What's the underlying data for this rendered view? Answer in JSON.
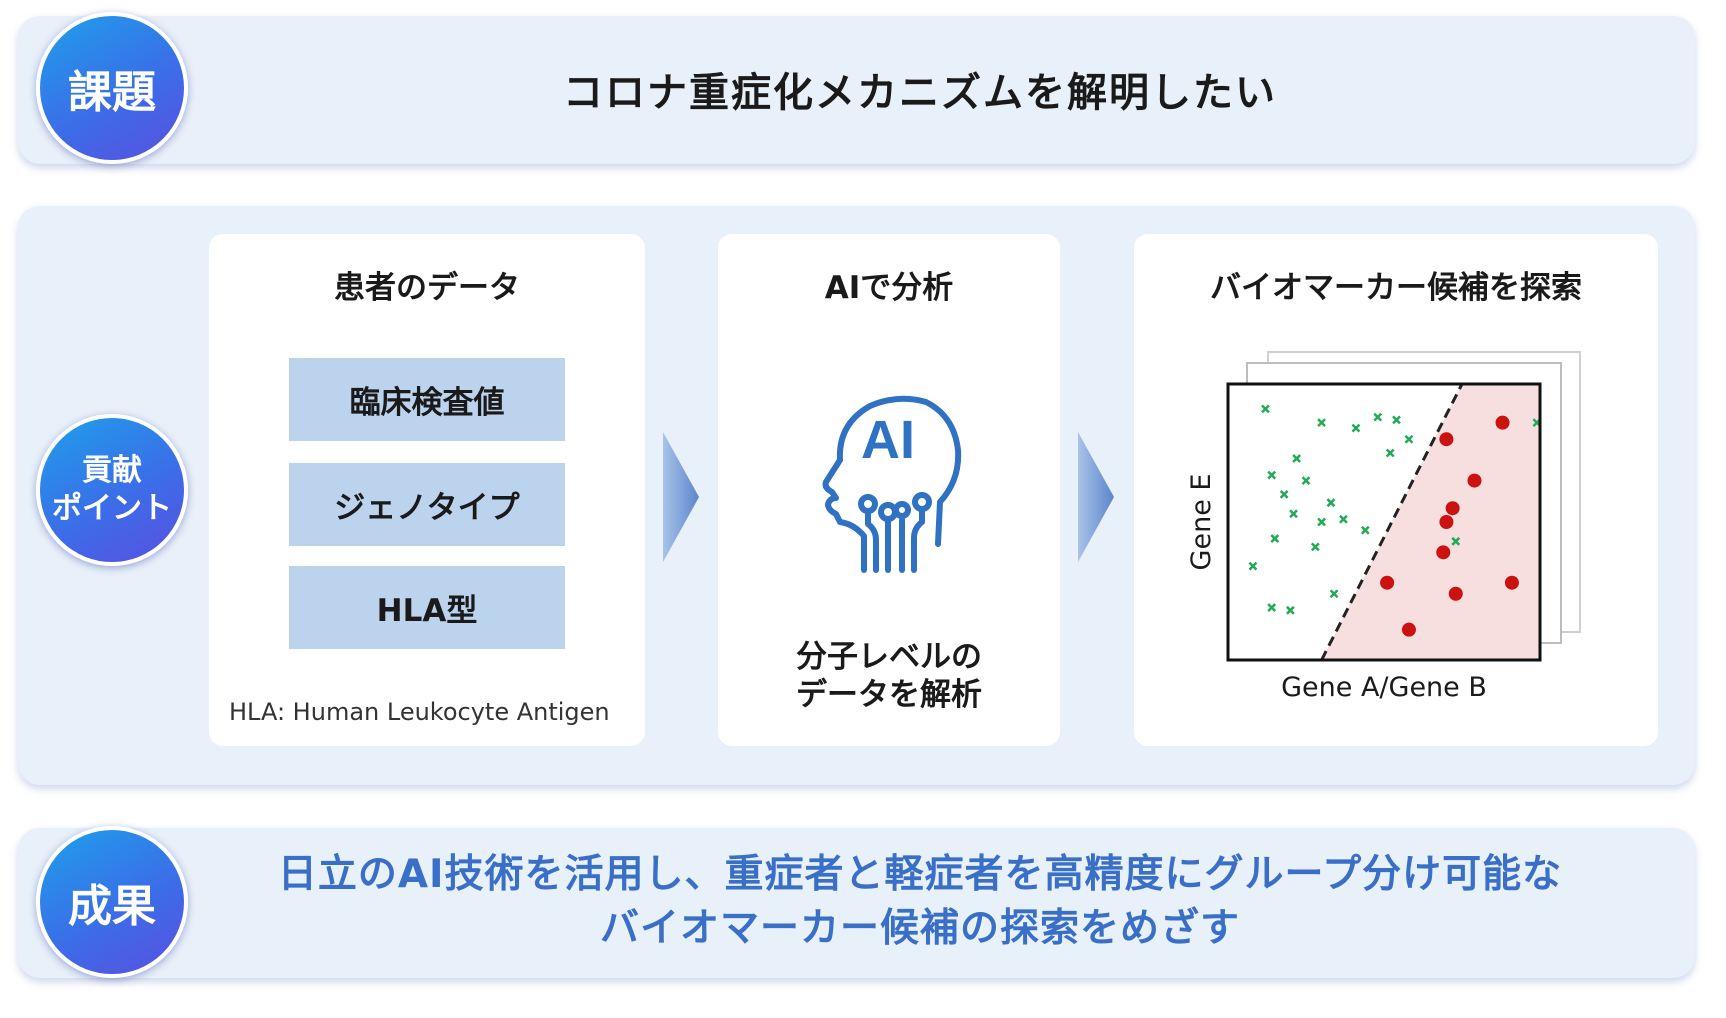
{
  "issue": {
    "badge": "課題",
    "text": "コロナ重症化メカニズムを解明したい"
  },
  "contribution": {
    "badge": "貢献\nポイント",
    "panels": [
      {
        "title": "患者のデータ",
        "items": [
          "臨床検査値",
          "ジェノタイプ",
          "HLA型"
        ],
        "footnote": "HLA: Human Leukocyte Antigen"
      },
      {
        "title": "AIで分析",
        "icon": "ai-head-icon",
        "icon_text": "AI",
        "caption": "分子レベルの\nデータを解析"
      },
      {
        "title": "バイオマーカー候補を探索",
        "xlabel": "Gene A/Gene B",
        "ylabel": "Gene E"
      }
    ]
  },
  "result": {
    "badge": "成果",
    "text": "日立のAI技術を活用し、重症者と軽症者を高精度にグループ分け可能な\nバイオマーカー候補の探索をめざす"
  },
  "colors": {
    "accent": "#3a6fc8",
    "band_bg": "#e8f0fa",
    "data_box": "#bcd3ee",
    "green_marker": "#22aa55",
    "red_marker": "#cc1111",
    "plot_pink": "#f7dfe0"
  },
  "chart_data": {
    "type": "scatter",
    "xlabel": "Gene A/Gene B",
    "ylabel": "Gene E",
    "xlim": [
      0,
      100
    ],
    "ylim": [
      0,
      100
    ],
    "boundary": [
      [
        30,
        0
      ],
      [
        75,
        100
      ]
    ],
    "series": [
      {
        "marker": "x",
        "color": "#22aa55",
        "points": [
          [
            12,
            91
          ],
          [
            30,
            86
          ],
          [
            41,
            84
          ],
          [
            48,
            88
          ],
          [
            54,
            87
          ],
          [
            52,
            75
          ],
          [
            58,
            80
          ],
          [
            22,
            73
          ],
          [
            14,
            67
          ],
          [
            25,
            65
          ],
          [
            18,
            60
          ],
          [
            33,
            57
          ],
          [
            21,
            53
          ],
          [
            30,
            50
          ],
          [
            37,
            51
          ],
          [
            44,
            47
          ],
          [
            15,
            44
          ],
          [
            28,
            41
          ],
          [
            73,
            43
          ],
          [
            8,
            34
          ],
          [
            34,
            24
          ],
          [
            14,
            19
          ],
          [
            20,
            18
          ],
          [
            99,
            86
          ]
        ]
      },
      {
        "marker": "dot",
        "color": "#cc1111",
        "points": [
          [
            70,
            80
          ],
          [
            88,
            86
          ],
          [
            79,
            65
          ],
          [
            72,
            55
          ],
          [
            70,
            50
          ],
          [
            69,
            39
          ],
          [
            51,
            28
          ],
          [
            73,
            24
          ],
          [
            91,
            28
          ],
          [
            58,
            11
          ]
        ]
      }
    ]
  }
}
